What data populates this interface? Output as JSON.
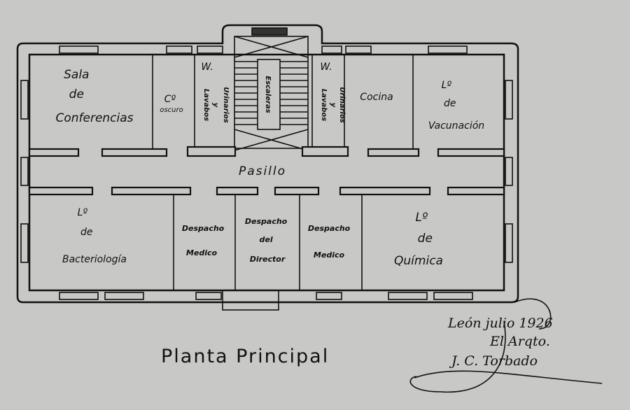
{
  "rooms": {
    "sala": [
      "Sala",
      "de",
      "Conferencias"
    ],
    "cuarto_oscuro": [
      "Cº",
      "oscuro"
    ],
    "wc_left": "W.",
    "wc_left_fixtures": [
      "Lavabos",
      "y",
      "Urinarios"
    ],
    "stairs": "Escaleras",
    "wc_right": "W.",
    "wc_right_fixtures": [
      "Lavabos",
      "y",
      "Urinarios"
    ],
    "cocina": "Cocina",
    "vacunacion": [
      "Lº",
      "de",
      "Vacunación"
    ],
    "pasillo": "Pasillo",
    "bacteriologia": [
      "Lº",
      "de",
      "Bacteriología"
    ],
    "despacho_1": [
      "Despacho",
      "Medico"
    ],
    "director": [
      "Despacho",
      "del",
      "Director"
    ],
    "despacho_2": [
      "Despacho",
      "Medico"
    ],
    "quimica": [
      "Lº",
      "de",
      "Química"
    ]
  },
  "title": "Planta Principal",
  "signature": {
    "line1": "León julio 1926",
    "line2": "El Arqto.",
    "line3": "J. C. Torbado"
  }
}
